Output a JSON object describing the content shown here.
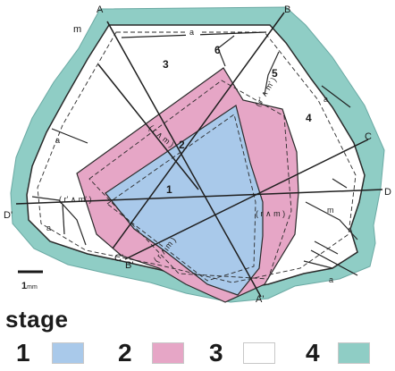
{
  "vertices": {
    "A": "A",
    "B": "B",
    "C": "C",
    "D": "D",
    "A_prime": "A'",
    "B_prime": "B'",
    "C_prime": "C'",
    "D_prime": "D'",
    "m": "m"
  },
  "zones": {
    "z1": "1",
    "z2": "2",
    "z3": "3",
    "z4": "4",
    "z5": "5",
    "z6": "6"
  },
  "face_labels": {
    "a": "a",
    "m": "m",
    "r_and_m": "( r ∧ m )",
    "r_and_m_prime": "( r' ∧ m' )"
  },
  "scale_bar": {
    "value": "1",
    "unit": "mm"
  },
  "legend": {
    "title": "stage",
    "items": [
      {
        "num": "1",
        "color": "#a9c9ea"
      },
      {
        "num": "2",
        "color": "#e6a6c6"
      },
      {
        "num": "3",
        "color": "#ffffff"
      },
      {
        "num": "4",
        "color": "#8fcdc5"
      }
    ]
  },
  "colors": {
    "stage1": "#a9c9ea",
    "stage2": "#e6a6c6",
    "stage3": "#ffffff",
    "stage4": "#8fcdc5",
    "outline": "#2a2a2a"
  }
}
